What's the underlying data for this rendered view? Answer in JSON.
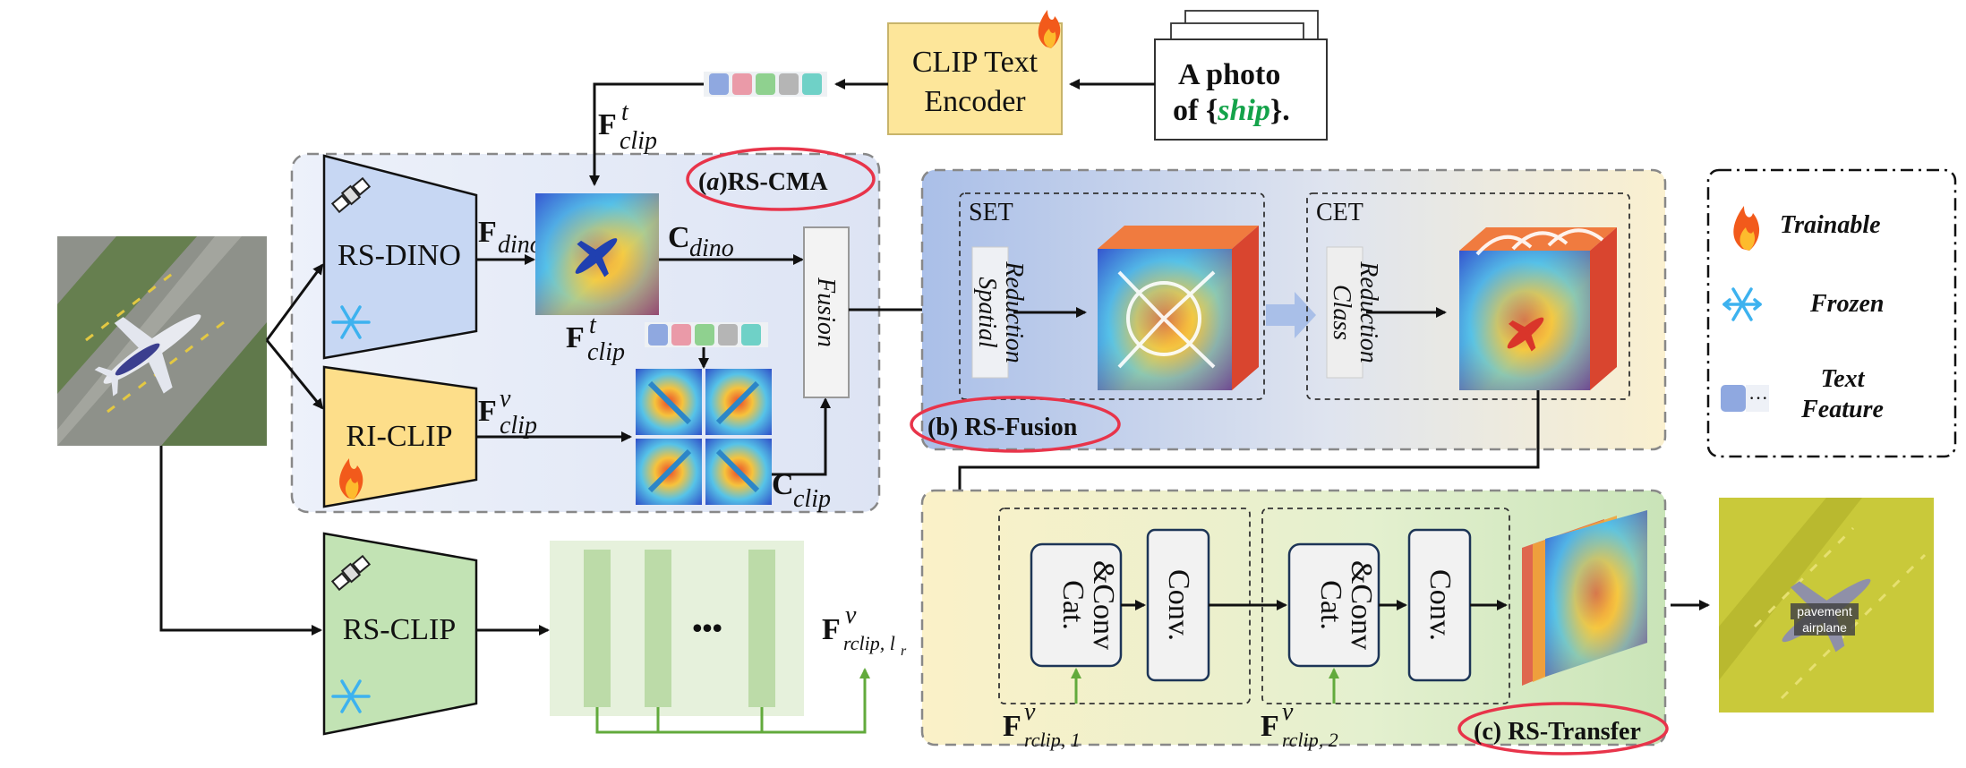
{
  "text_encoder": {
    "line1": "CLIP Text",
    "line2": "Encoder"
  },
  "prompt": {
    "line1": "A  photo",
    "line2_pre": "of  {",
    "class_word": "ship",
    "line2_post": "}."
  },
  "rscma": {
    "label_letter": "a",
    "label_rest": "RS-CMA"
  },
  "rsdino": {
    "label": "RS-DINO"
  },
  "riclip": {
    "label": "RI-CLIP"
  },
  "rsclip": {
    "label": "RS-CLIP"
  },
  "fusion_block": {
    "label": "Fusion"
  },
  "rsfusion": {
    "label": "(b) RS-Fusion",
    "set_title": "SET",
    "set_block": {
      "line1": "Spatial",
      "line2": "Reduction"
    },
    "cet_title": "CET",
    "cet_block": {
      "line1": "Class",
      "line2": "Reduction"
    }
  },
  "rstransfer": {
    "label": "(c) RS-Transfer",
    "catconv_line1": "Cat.",
    "catconv_line2": "&Conv",
    "conv": "Conv."
  },
  "ellipsis": "•••",
  "symbols": {
    "F": "F",
    "C": "C",
    "t": "t",
    "v": "v",
    "clip": "clip",
    "dino": "dino",
    "rclip_lr": "rclip, l",
    "r": "r",
    "rclip_1": "rclip, 1",
    "rclip_2": "rclip, 2"
  },
  "legend": {
    "trainable": "Trainable",
    "frozen": "Frozen",
    "text_feature_line1": "Text",
    "text_feature_line2": "Feature",
    "text_feature_dots": "···"
  },
  "output_tags": [
    "pavement",
    "airplane"
  ],
  "colors": {
    "token": [
      "#8fa8e0",
      "#ea9aa8",
      "#8fd18f",
      "#b5b5b5",
      "#6fd1c7"
    ],
    "encoder_yellow": "#fde69a",
    "dino_blue": "#c7d7f3",
    "riclip_yellow": "#fdde8a",
    "rsclip_green": "#c2e3b4",
    "class_green": "#14a34a",
    "highlight_red": "#e8344a",
    "arrow_green": "#62aa3c"
  }
}
